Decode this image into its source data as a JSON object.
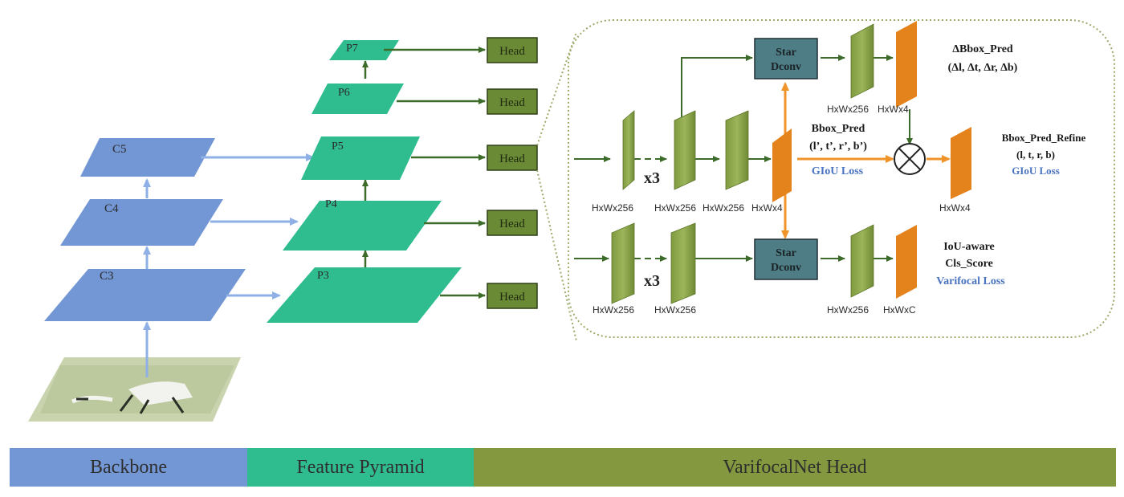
{
  "backbone": {
    "levels": [
      "C3",
      "C4",
      "C5"
    ]
  },
  "pyramid": {
    "levels": [
      "P3",
      "P4",
      "P5",
      "P6",
      "P7"
    ]
  },
  "heads": [
    "Head",
    "Head",
    "Head",
    "Head",
    "Head"
  ],
  "head_detail": {
    "repeat_label": "x3",
    "star_dconv_lines": [
      "Star",
      "Dconv"
    ],
    "sizes": {
      "c256": "HxWx256",
      "c4": "HxWx4",
      "cC": "HxWxC"
    },
    "delta_bbox": [
      "ΔBbox_Pred",
      "(Δl, Δt, Δr, Δb)"
    ],
    "bbox_pred": [
      "Bbox_Pred",
      "(l’, t’, r’, b’)"
    ],
    "bbox_pred_loss": "GIoU Loss",
    "bbox_refine": [
      "Bbox_Pred_Refine",
      "(l, t, r, b)"
    ],
    "bbox_refine_loss": "GIoU Loss",
    "cls": [
      "IoU-aware",
      "Cls_Score"
    ],
    "cls_loss": "Varifocal Loss"
  },
  "legend": {
    "backbone": "Backbone",
    "pyramid": "Feature Pyramid",
    "head": "VarifocalNet Head"
  },
  "colors": {
    "backbone": "#7397d4",
    "pyramid": "#2fbd8f",
    "head": "#84993f",
    "head_box": "#6a8a35",
    "feature": "#8ba34a",
    "output": "#e4821b",
    "star_dconv": "#4e7d86",
    "loss_text": "#4a73c0"
  }
}
